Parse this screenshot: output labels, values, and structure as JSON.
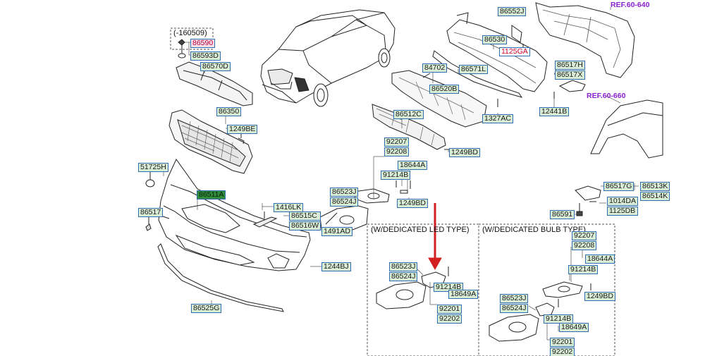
{
  "colors": {
    "label_bg": "#d9ecd5",
    "label_border": "#2f6fb0",
    "highlight": "#fbe0ea",
    "selected": "#2e8b3a",
    "ref": "#8a1fd0",
    "arrow": "#d21f1f"
  },
  "note_date": "(-160509)",
  "refs": {
    "r1": "REF.60-640",
    "r2": "REF.60-660"
  },
  "captions": {
    "led": "(W/DEDICATED LED TYPE)",
    "bulb": "(W/DEDICATED BULB TYPE)"
  },
  "parts": {
    "p86590": [
      "86590"
    ],
    "p86593D": [
      "86593D"
    ],
    "p86570D": [
      "86570D"
    ],
    "p86350": [
      "86350"
    ],
    "p1249BE": [
      "1249BE"
    ],
    "p51725H": [
      "51725H"
    ],
    "p86511A": [
      "86511A"
    ],
    "p86517": [
      "86517"
    ],
    "p1416LK": [
      "1416LK"
    ],
    "p86515C": [
      "86515C",
      "86516W"
    ],
    "p1491AD": [
      "1491AD"
    ],
    "p1244BJ": [
      "1244BJ"
    ],
    "p86525G": [
      "86525G"
    ],
    "p86523J_a": [
      "86523J",
      "86524J"
    ],
    "p92207_a": [
      "92207",
      "92208"
    ],
    "p18644A_a": [
      "18644A"
    ],
    "p91214B_a": [
      "91214B"
    ],
    "p1249BD_a": [
      "1249BD"
    ],
    "p86512C": [
      "86512C"
    ],
    "p1249BD_b": [
      "1249BD"
    ],
    "p84702": [
      "84702"
    ],
    "p86520B": [
      "86520B"
    ],
    "p86571L": [
      "86571L"
    ],
    "p86530": [
      "86530"
    ],
    "p86552J": [
      "86552J"
    ],
    "p1125GA": [
      "1125GA"
    ],
    "p1327AC": [
      "1327AC"
    ],
    "p86517H": [
      "86517H",
      "86517X"
    ],
    "p12441B": [
      "12441B"
    ],
    "p86517G": [
      "86517G"
    ],
    "p86513K": [
      "86513K",
      "86514K"
    ],
    "p1014DA": [
      "1014DA",
      "1125DB"
    ],
    "p86591": [
      "86591"
    ],
    "p86523J_b": [
      "86523J",
      "86524J"
    ],
    "p91214B_b": [
      "91214B"
    ],
    "p18649A_b": [
      "18649A"
    ],
    "p92201_b": [
      "92201",
      "92202"
    ],
    "p92207_c": [
      "92207",
      "92208"
    ],
    "p18644A_c": [
      "18644A"
    ],
    "p91214B_c": [
      "91214B"
    ],
    "p1249BD_c": [
      "1249BD"
    ],
    "p86523J_d": [
      "86523J",
      "86524J"
    ],
    "p91214B_d": [
      "91214B"
    ],
    "p18649A_d": [
      "18649A"
    ],
    "p92201_d": [
      "92201",
      "92202"
    ]
  }
}
